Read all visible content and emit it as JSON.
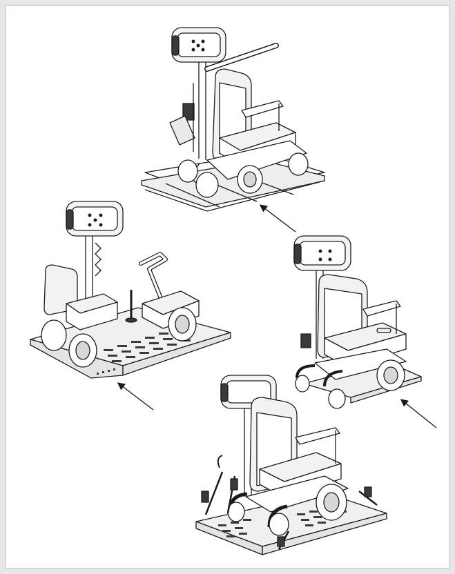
{
  "figure": {
    "page_background": "#e6e6e6",
    "panel_background": "#ffffff",
    "line_color": "#1a1a1a",
    "metal_fill": "#d8d8d8",
    "dark_fill": "#3a3a3a",
    "cushion_fill": "#f2f2f2",
    "illustrations": [
      {
        "name": "wheelchair-with-handlebar-on-ramp",
        "arrow": "points-up-left"
      },
      {
        "name": "scooter-on-perforated-plate",
        "arrow": "points-up-left"
      },
      {
        "name": "wheelchair-side-view-on-plate",
        "arrow": "points-up-left"
      },
      {
        "name": "wheelchair-with-tie-down-straps",
        "arrow": "none"
      }
    ]
  }
}
